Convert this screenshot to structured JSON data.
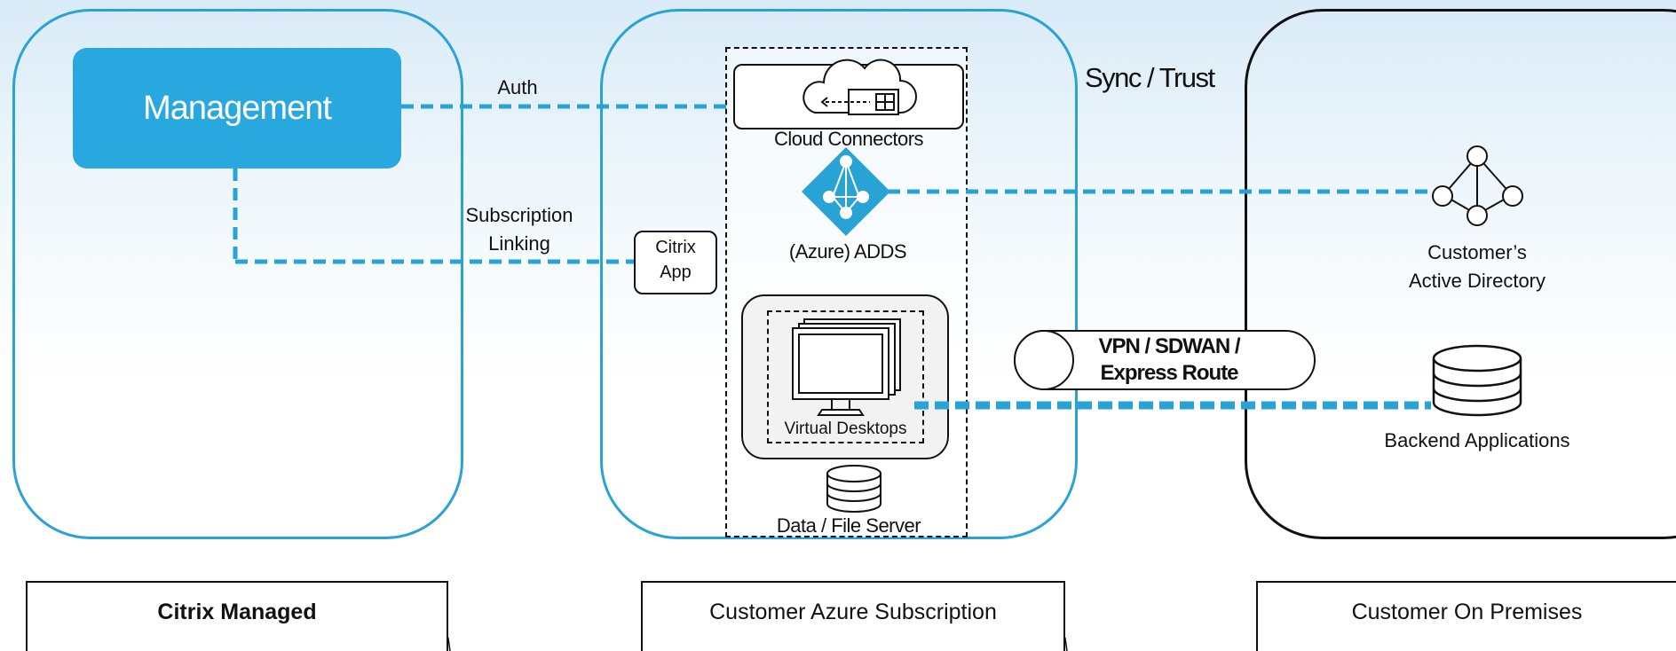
{
  "zones": {
    "citrix_managed": "Citrix Managed",
    "customer_azure": "Customer Azure Subscription",
    "customer_onprem": "Customer On Premises"
  },
  "management": {
    "label": "Management"
  },
  "connections": {
    "auth": "Auth",
    "subscription_linking_1": "Subscription",
    "subscription_linking_2": "Linking",
    "sync_trust": "Sync / Trust"
  },
  "azure": {
    "cloud_connectors": "Cloud Connectors",
    "adds": "(Azure) ADDS",
    "citrix_app_1": "Citrix",
    "citrix_app_2": "App",
    "virtual_desktops": "Virtual Desktops",
    "data_file_server": "Data / File Server"
  },
  "network": {
    "vpn_line1": "VPN / SDWAN /",
    "vpn_line2": "Express Route"
  },
  "onprem": {
    "active_directory_1": "Customer’s",
    "active_directory_2": "Active Directory",
    "backend_apps": "Backend Applications"
  },
  "colors": {
    "accent": "#29a3d6",
    "management_fill": "#29a8e0",
    "dashed_link": "#29a3d6",
    "onprem_border": "#111111"
  },
  "icons": [
    "cloud-connector-icon",
    "azure-ad-icon",
    "monitor-stack-icon",
    "database-icon",
    "active-directory-icon"
  ]
}
